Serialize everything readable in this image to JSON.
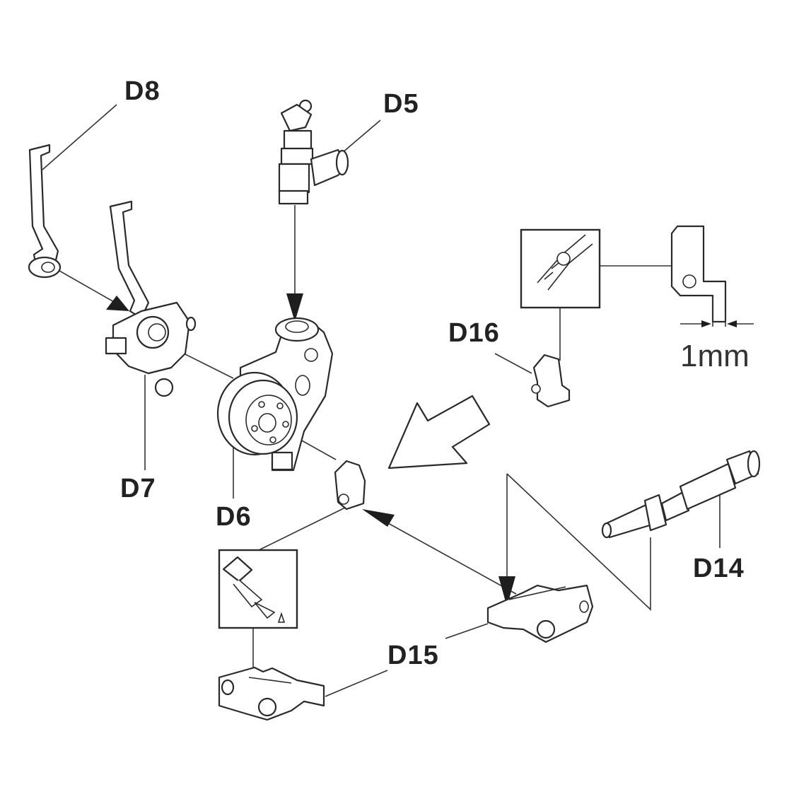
{
  "labels": {
    "d5": "D5",
    "d6": "D6",
    "d7": "D7",
    "d8": "D8",
    "d14": "D14",
    "d15": "D15",
    "d16": "D16"
  },
  "dimension": "1mm",
  "icons": {
    "cut_tool": "side-cutter-pliers-icon",
    "glue_tool": "glue-brush-icon",
    "direction": "hollow-arrow-icon"
  },
  "colors": {
    "line": "#2a2a2a",
    "arrowhead": "#1e1e1e",
    "background": "#ffffff"
  }
}
